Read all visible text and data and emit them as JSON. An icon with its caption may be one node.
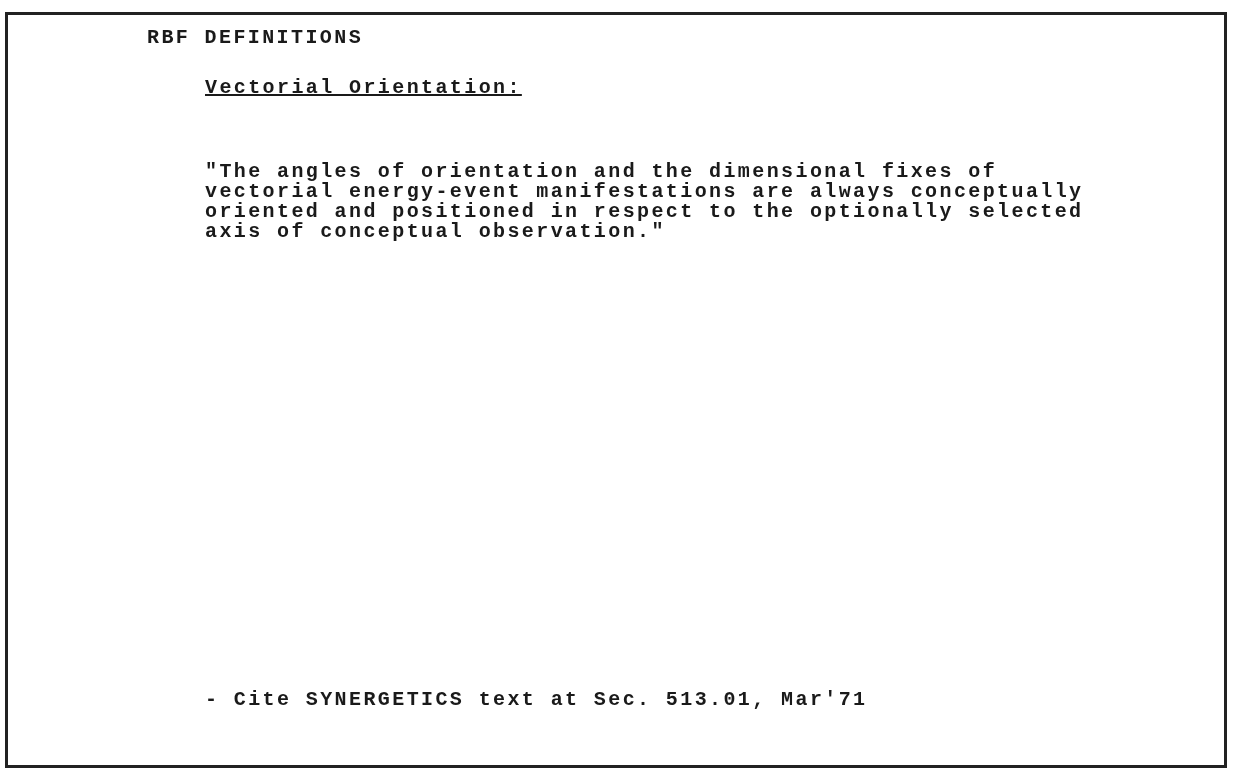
{
  "diagram": {
    "title": "RBF DEFINITIONS",
    "labels": [
      "Vectorial Orientation:",
      "\"The angles of orientation and the dimensional fixes of vectorial energy-event manifestations are always conceptually oriented and positioned in respect to the optionally selected axis of conceptual observation.\"",
      "- Cite SYNERGETICS text at Sec. 513.01, Mar'71"
    ]
  }
}
